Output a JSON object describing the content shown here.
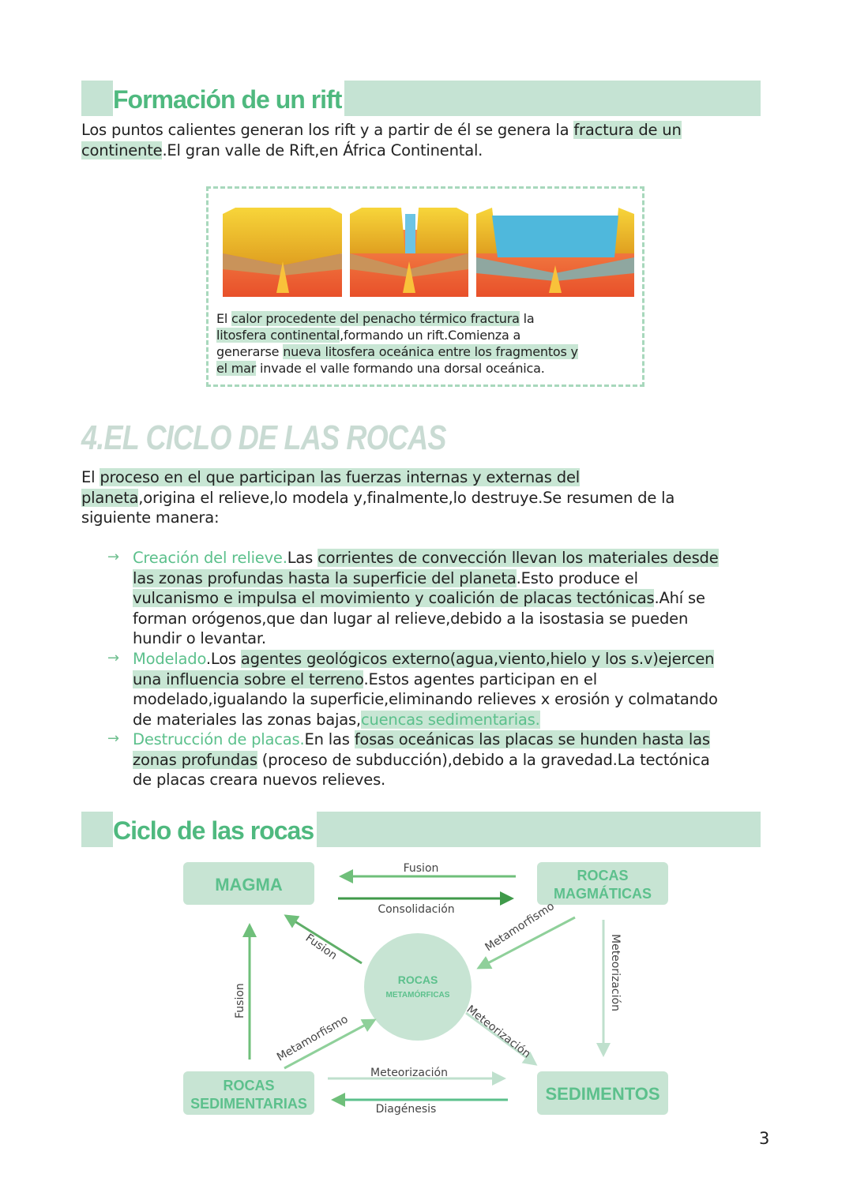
{
  "rift_section": {
    "title": "Formación de un rift",
    "intro_lines": [
      [
        [
          "Los puntos calientes generan los rift y a partir de él se genera la ",
          ""
        ],
        [
          "fractura de un",
          "h"
        ]
      ],
      [
        [
          "continente",
          "h"
        ],
        [
          ".El gran valle de Rift,en África Continental.",
          ""
        ]
      ]
    ],
    "figure_caption_lines": [
      [
        [
          "El ",
          ""
        ],
        [
          "calor procedente del penacho térmico fractura",
          "h"
        ],
        [
          " la",
          ""
        ]
      ],
      [
        [
          "litosfera continental",
          "h"
        ],
        [
          ",formando un rift.Comienza a",
          ""
        ]
      ],
      [
        [
          "generarse ",
          ""
        ],
        [
          "nueva litosfera oceánica entre los fragmentos y",
          "h"
        ]
      ],
      [
        [
          "el mar",
          "h"
        ],
        [
          " invade el valle formando una dorsal oceánica.",
          ""
        ]
      ]
    ]
  },
  "section4": {
    "heading": "4.EL CICLO DE LAS ROCAS",
    "intro_lines": [
      [
        [
          "       El ",
          ""
        ],
        [
          "proceso en el que participan las fuerzas internas y externas del",
          "h"
        ]
      ],
      [
        [
          "planeta",
          "h"
        ],
        [
          ",origina el relieve,lo modela y,finalmente,lo destruye.Se resumen de la",
          ""
        ]
      ],
      [
        [
          "siguiente manera:",
          ""
        ]
      ]
    ],
    "bullet_marker": "→",
    "bullets": [
      [
        [
          [
            "Creación del relieve.",
            "g"
          ],
          [
            "Las ",
            ""
          ],
          [
            "corrientes de convección llevan los materiales desde",
            "h"
          ]
        ],
        [
          [
            "las zonas profundas hasta la superficie del planeta",
            "h"
          ],
          [
            ".Esto produce el",
            ""
          ]
        ],
        [
          [
            "vulcanismo e impulsa el movimiento y coalición de placas tectónicas",
            "h"
          ],
          [
            ".Ahí se",
            ""
          ]
        ],
        [
          [
            "forman orógenos,que dan lugar al relieve,debido a la isostasia se pueden",
            ""
          ]
        ],
        [
          [
            "hundir o levantar.",
            ""
          ]
        ]
      ],
      [
        [
          [
            "Modelado",
            "g"
          ],
          [
            ".Los ",
            ""
          ],
          [
            "agentes geológicos externo(agua,viento,hielo y los s.v)ejercen",
            "h"
          ]
        ],
        [
          [
            "una influencia sobre el terreno",
            "h"
          ],
          [
            ".Estos agentes participan en el",
            ""
          ]
        ],
        [
          [
            "modelado,igualando la superficie,eliminando relieves x erosión y colmatando",
            ""
          ]
        ],
        [
          [
            "de materiales las zonas bajas,",
            ""
          ],
          [
            "cuencas sedimentarias.",
            "gh"
          ]
        ]
      ],
      [
        [
          [
            "Destrucción de placas.",
            "g"
          ],
          [
            "En las ",
            ""
          ],
          [
            "fosas oceánicas las placas se hunden hasta las",
            "h"
          ]
        ],
        [
          [
            "zonas profundas",
            "h"
          ],
          [
            " (proceso de subducción),debido a la gravedad.La tectónica",
            ""
          ]
        ],
        [
          [
            "de placas creara nuevos relieves.",
            ""
          ]
        ]
      ]
    ]
  },
  "cycle": {
    "title": "Ciclo de las rocas",
    "nodes": {
      "magma": "MAGMA",
      "magmatic_1": "ROCAS",
      "magmatic_2": "MAGMÁTICAS",
      "metamorphic_1": "ROCAS",
      "metamorphic_2": "METAMÓRFICAS",
      "sedimentary_1": "ROCAS",
      "sedimentary_2": "SEDIMENTARIAS",
      "sediments": "SEDIMENTOS"
    },
    "arrows": {
      "top_fusion": "Fusion",
      "top_consolidation": "Consolidación",
      "diag_fusion": "Fusion",
      "diag_metamorphism_top": "Metamorfismo",
      "left_fusion": "Fusion",
      "diag_metamorphism_bottom": "Metamorfismo",
      "diag_weathering": "Meteorización",
      "right_weathering": "Meteorización",
      "bottom_weathering": "Meteorización",
      "bottom_diagenesis": "Diagénesis"
    }
  },
  "page_number": "3",
  "colors": {
    "accent": "#5cc08c",
    "highlight": "#c8e6d4",
    "band": "#c5e3d3"
  }
}
